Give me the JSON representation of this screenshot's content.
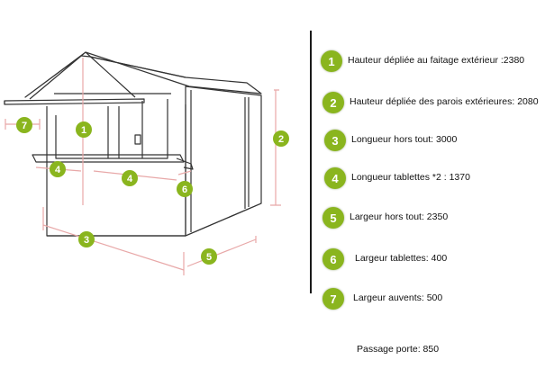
{
  "colors": {
    "badge": "#8ab51e",
    "dimension_line": "#e8a8a8",
    "outline": "#333333",
    "text": "#111111"
  },
  "diagram": {
    "markers": [
      {
        "id": "1",
        "label": "1"
      },
      {
        "id": "2",
        "label": "2"
      },
      {
        "id": "3",
        "label": "3"
      },
      {
        "id": "4a",
        "label": "4"
      },
      {
        "id": "4b",
        "label": "4"
      },
      {
        "id": "5",
        "label": "5"
      },
      {
        "id": "6",
        "label": "6"
      },
      {
        "id": "7",
        "label": "7"
      }
    ]
  },
  "legend": {
    "items": [
      {
        "num": "1",
        "text": "Hauteur dépliée au faitage extérieur :2380"
      },
      {
        "num": "2",
        "text": "Hauteur dépliée des parois extérieures: 2080"
      },
      {
        "num": "3",
        "text": "Longueur hors tout: 3000"
      },
      {
        "num": "4",
        "text": "Longueur tablettes *2 : 1370"
      },
      {
        "num": "5",
        "text": "Largeur hors tout:  2350"
      },
      {
        "num": "6",
        "text": "Largeur tablettes:  400"
      },
      {
        "num": "7",
        "text": "Largeur auvents:  500"
      }
    ]
  },
  "footnote": "Passage porte: 850"
}
